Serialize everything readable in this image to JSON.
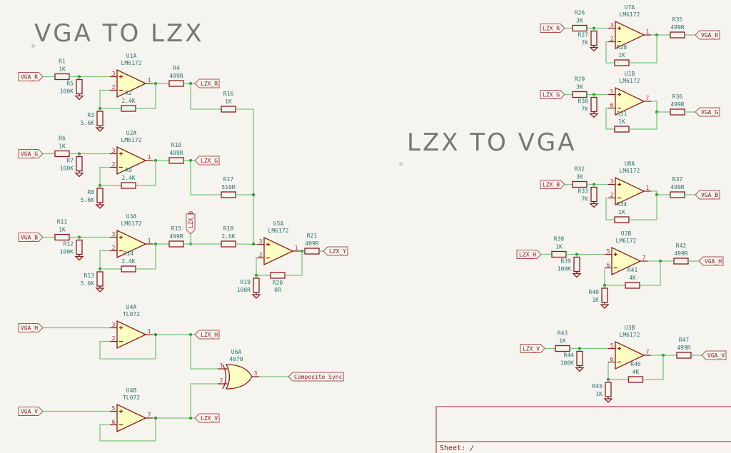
{
  "titles": {
    "left": "VGA TO LZX",
    "right": "LZX TO VGA"
  },
  "resistors": {
    "R1": {
      "ref": "R1",
      "value": "1K"
    },
    "R2": {
      "ref": "R2",
      "value": "2.4K"
    },
    "R3": {
      "ref": "R3",
      "value": "5.6K"
    },
    "R4": {
      "ref": "R4",
      "value": "499R"
    },
    "R5": {
      "ref": "R5",
      "value": "100K"
    },
    "R6": {
      "ref": "R6",
      "value": "1K"
    },
    "R7": {
      "ref": "R7",
      "value": "100K"
    },
    "R8": {
      "ref": "R8",
      "value": "5.6K"
    },
    "R9": {
      "ref": "R9",
      "value": "2.4K"
    },
    "R10": {
      "ref": "R10",
      "value": "499R"
    },
    "R11": {
      "ref": "R11",
      "value": "1K"
    },
    "R12": {
      "ref": "R12",
      "value": "100K"
    },
    "R13": {
      "ref": "R13",
      "value": "5.6K"
    },
    "R14": {
      "ref": "R14",
      "value": "2.4K"
    },
    "R15": {
      "ref": "R15",
      "value": "499R"
    },
    "R16": {
      "ref": "R16",
      "value": "1K"
    },
    "R17": {
      "ref": "R17",
      "value": "510R"
    },
    "R18": {
      "ref": "R18",
      "value": "2.6K"
    },
    "R19": {
      "ref": "R19",
      "value": "100R"
    },
    "R20": {
      "ref": "R20",
      "value": "0R"
    },
    "R21": {
      "ref": "R21",
      "value": "499R"
    },
    "R26": {
      "ref": "R26",
      "value": "3K"
    },
    "R27": {
      "ref": "R27",
      "value": "7K"
    },
    "R28": {
      "ref": "R28",
      "value": "1K"
    },
    "R29": {
      "ref": "R29",
      "value": "3K"
    },
    "R30": {
      "ref": "R30",
      "value": "7K"
    },
    "R31": {
      "ref": "R31",
      "value": "1K"
    },
    "R32": {
      "ref": "R32",
      "value": "3K"
    },
    "R33": {
      "ref": "R33",
      "value": "7K"
    },
    "R34": {
      "ref": "R34",
      "value": "1K"
    },
    "R35": {
      "ref": "R35",
      "value": "499R"
    },
    "R36": {
      "ref": "R36",
      "value": "499R"
    },
    "R37": {
      "ref": "R37",
      "value": "499R"
    },
    "R38": {
      "ref": "R38",
      "value": "1K"
    },
    "R39": {
      "ref": "R39",
      "value": "100K"
    },
    "R40": {
      "ref": "R40",
      "value": "1K"
    },
    "R41": {
      "ref": "R41",
      "value": "4K"
    },
    "R42": {
      "ref": "R42",
      "value": "499R"
    },
    "R43": {
      "ref": "R43",
      "value": "1K"
    },
    "R44": {
      "ref": "R44",
      "value": "100K"
    },
    "R45": {
      "ref": "R45",
      "value": "1K"
    },
    "R46": {
      "ref": "R46",
      "value": "4K"
    },
    "R47": {
      "ref": "R47",
      "value": "499R"
    }
  },
  "opamps": {
    "U1A": {
      "ref": "U1A",
      "part": "LM6172",
      "pins": {
        "plus": "3",
        "minus": "2",
        "out": "1"
      }
    },
    "U2A": {
      "ref": "U2A",
      "part": "LM6172",
      "pins": {
        "plus": "3",
        "minus": "2",
        "out": "1"
      }
    },
    "U3A": {
      "ref": "U3A",
      "part": "LM6172",
      "pins": {
        "plus": "3",
        "minus": "2",
        "out": "1"
      }
    },
    "U5A": {
      "ref": "U5A",
      "part": "LM6172",
      "pins": {
        "plus": "3",
        "minus": "2",
        "out": "1"
      }
    },
    "U4A": {
      "ref": "U4A",
      "part": "TL072",
      "pins": {
        "plus": "3",
        "minus": "2",
        "out": "1"
      }
    },
    "U4B": {
      "ref": "U4B",
      "part": "TL072",
      "pins": {
        "plus": "5",
        "minus": "6",
        "out": "7"
      }
    },
    "U7A": {
      "ref": "U7A",
      "part": "LM6172",
      "pins": {
        "plus": "3",
        "minus": "2",
        "out": "1"
      }
    },
    "U1B": {
      "ref": "U1B",
      "part": "LM6172",
      "pins": {
        "plus": "5",
        "minus": "6",
        "out": "7"
      }
    },
    "U8A": {
      "ref": "U8A",
      "part": "LM6172",
      "pins": {
        "plus": "3",
        "minus": "2",
        "out": "1"
      }
    },
    "U2B": {
      "ref": "U2B",
      "part": "LM6172",
      "pins": {
        "plus": "5",
        "minus": "6",
        "out": "7"
      }
    },
    "U3B": {
      "ref": "U3B",
      "part": "LM6172",
      "pins": {
        "plus": "5",
        "minus": "6",
        "out": "7"
      }
    }
  },
  "gate": {
    "ref": "U6A",
    "part": "4070",
    "pins": {
      "in1": "1",
      "in2": "2",
      "out": "3"
    }
  },
  "net_labels": [
    "VGA_R",
    "LZX_R",
    "VGA_G",
    "LZX_G",
    "VGA_B",
    "LZX_B",
    "LZX_Y",
    "VGA_H",
    "LZX_H",
    "VGA_V",
    "LZX_V",
    "Composite Sync",
    "LZX_R",
    "VGA_R",
    "LZX_G",
    "VGA_G",
    "LZX_B",
    "VGA_B",
    "LZX_H",
    "VGA_H",
    "LZX_V",
    "VGA_V"
  ],
  "title_block": {
    "sheet": "Sheet: /"
  },
  "colors": {
    "background": "#f5f4ef",
    "wire": "#7cc47c",
    "component": "#8b1a1a",
    "opamp_fill": "#ffffc2",
    "reference_text": "#2a7373",
    "junction": "#1f9a1f"
  }
}
